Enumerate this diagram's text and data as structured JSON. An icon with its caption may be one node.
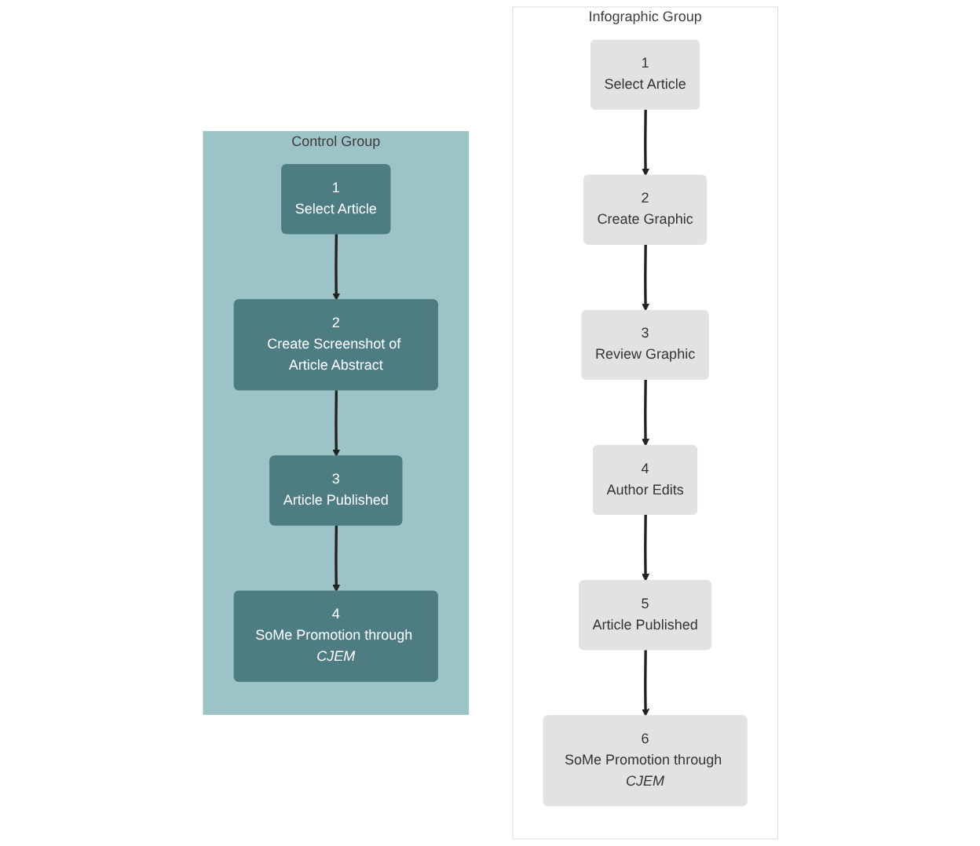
{
  "diagram": {
    "nodes": [
      {
        "text": [
          "Infographic Group"
        ]
      },
      {
        "text": [
          "1",
          "Select Article"
        ],
        "in": 0
      },
      {
        "text": [
          "2",
          "Create Graphic"
        ],
        "in": 0
      },
      {
        "text": [
          "3",
          "Review Graphic"
        ],
        "in": 0
      },
      {
        "text": [
          "4",
          "Author Edits"
        ],
        "in": 0
      },
      {
        "text": [
          "5",
          "Article Published"
        ],
        "in": 0
      },
      {
        "text": [
          "6",
          "SoMe Promotion through *CJEM*"
        ],
        "in": 0
      },
      {
        "text": [
          "Control Group"
        ]
      },
      {
        "text": [
          "1",
          "Select Article"
        ],
        "in": 7
      },
      {
        "text": [
          "2",
          "Create Screenshot of Article Abstract"
        ],
        "in": 7
      },
      {
        "text": [
          "3",
          "Article Published"
        ],
        "in": 7
      },
      {
        "text": [
          "4",
          "SoMe Promotion through *CJEM*"
        ],
        "in": 7
      }
    ],
    "edges": [
      {
        "from": 1,
        "to": 2,
        "arrow": "to"
      },
      {
        "from": 2,
        "to": 3,
        "arrow": "to"
      },
      {
        "from": 3,
        "to": 4,
        "arrow": "to"
      },
      {
        "from": 4,
        "to": 5,
        "arrow": "to"
      },
      {
        "from": 5,
        "to": 6,
        "arrow": "to"
      },
      {
        "from": 8,
        "to": 9,
        "arrow": "to"
      },
      {
        "from": 9,
        "to": 10,
        "arrow": "to"
      },
      {
        "from": 10,
        "to": 11,
        "arrow": "to"
      }
    ]
  }
}
